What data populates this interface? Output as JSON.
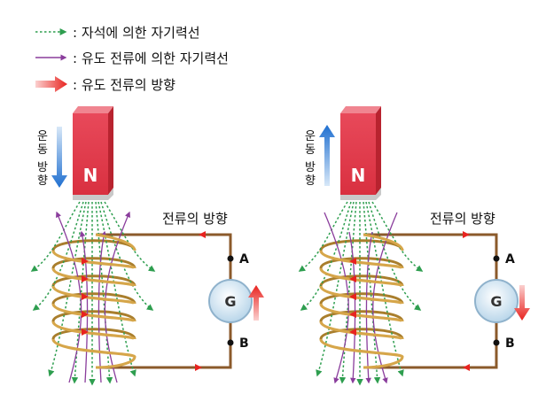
{
  "legend": {
    "magnet_field": ": 자석에 의한 자기력선",
    "induced_field": ": 유도 전류에 의한 자기력선",
    "current_dir": ": 유도 전류의 방향"
  },
  "motion_label": "운동 방향",
  "magnet_pole": "N",
  "current_label": "전류의 방향",
  "galvanometer": "G",
  "terminal_a": "A",
  "terminal_b": "B",
  "colors": {
    "magnet_field": "#2e9e4f",
    "induced_field": "#8a3d9c",
    "current_arrow": "#e8231f",
    "motion_arrow": "#1f6fd0",
    "magnet": "#e23a4b",
    "coil": "#c79a3a",
    "wire": "#8b5a2b"
  },
  "panels": [
    {
      "magnet_motion": "down",
      "galvanometer_arrow": "up"
    },
    {
      "magnet_motion": "up",
      "galvanometer_arrow": "down"
    }
  ]
}
